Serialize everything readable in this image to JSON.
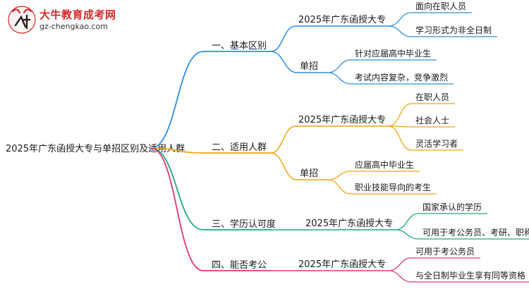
{
  "logo": {
    "name": "大牛教育成考网",
    "url": "gz-chengkao.com"
  },
  "colors": {
    "blue": "#2f8fe0",
    "orange": "#f2a516",
    "green": "#1eaa7a",
    "pink": "#e0357a"
  },
  "root": "2025年广东函授大专与单招区别及适用人群",
  "branches": [
    {
      "label": "一、基本区别",
      "color": "blue",
      "groups": [
        {
          "label": "2025年广东函授大专",
          "items": [
            "面向在职人员",
            "学习形式为非全日制"
          ]
        },
        {
          "label": "单招",
          "items": [
            "针对应届高中毕业生",
            "考试内容复杂，竞争激烈"
          ]
        }
      ]
    },
    {
      "label": "二、适用人群",
      "color": "orange",
      "groups": [
        {
          "label": "2025年广东函授大专",
          "items": [
            "在职人员",
            "社会人士",
            "灵活学习者"
          ]
        },
        {
          "label": "单招",
          "items": [
            "应届高中毕业生",
            "职业技能导向的考生"
          ]
        }
      ]
    },
    {
      "label": "三、学历认可度",
      "color": "green",
      "groups": [
        {
          "label": "2025年广东函授大专",
          "items": [
            "国家承认的学历",
            "可用于考公务员、考研、职称评定"
          ]
        }
      ]
    },
    {
      "label": "四、能否考公",
      "color": "pink",
      "groups": [
        {
          "label": "2025年广东函授大专",
          "items": [
            "可用于考公务员",
            "与全日制毕业生享有同等资格"
          ]
        }
      ]
    }
  ]
}
